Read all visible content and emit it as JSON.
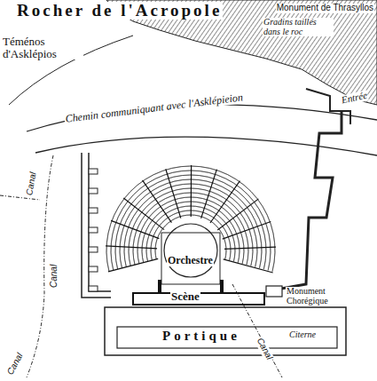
{
  "diagram": {
    "labels": [
      "Rocher de l'Acropole",
      "Monument de Thrasyllos",
      "Téménos d'Asklépios",
      "Gradins taillés dans le roc",
      "Entrée",
      "Canal",
      "Chemin communiquant avec l'Asklépieion",
      "Orchestre",
      "Scène",
      "Monument Chorégique",
      "Canal",
      "Portique",
      "Citerne",
      "Canal",
      "Canal"
    ]
  }
}
